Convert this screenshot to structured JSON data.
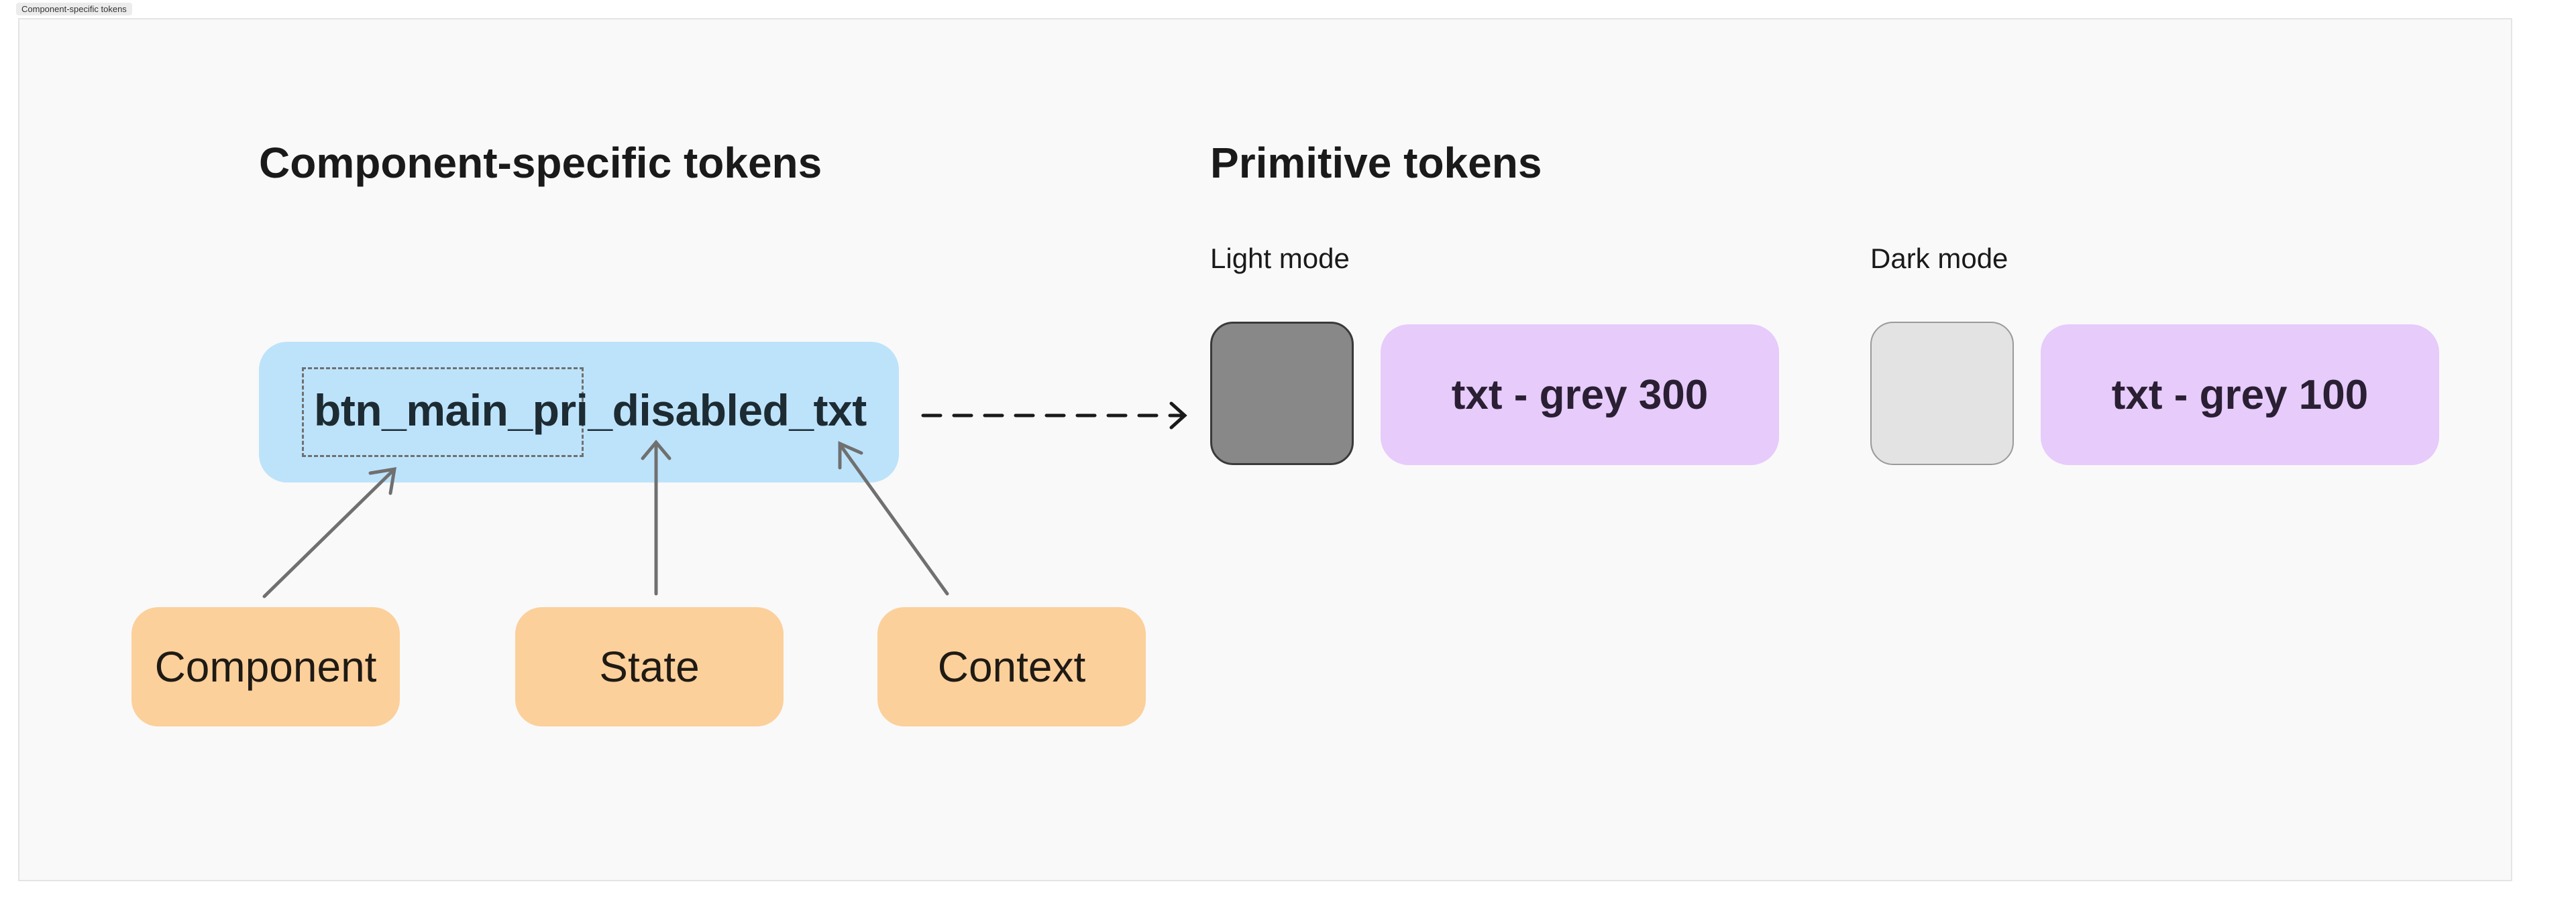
{
  "tab": {
    "label": "Component-specific tokens"
  },
  "component_section": {
    "heading": "Component-specific tokens",
    "token_name": "btn_main_pri_disabled_txt",
    "labels": {
      "component": "Component",
      "state": "State",
      "context": "Context"
    }
  },
  "primitive_section": {
    "heading": "Primitive tokens",
    "light_mode": {
      "label": "Light mode",
      "token": "txt - grey 300",
      "swatch_color": "#888888"
    },
    "dark_mode": {
      "label": "Dark mode",
      "token": "txt - grey 100",
      "swatch_color": "#e3e3e3"
    }
  },
  "colors": {
    "token_box": "#bde3fb",
    "label_box": "#fcd09b",
    "primitive_box": "#e6cbfb",
    "arrow": "#707070"
  }
}
